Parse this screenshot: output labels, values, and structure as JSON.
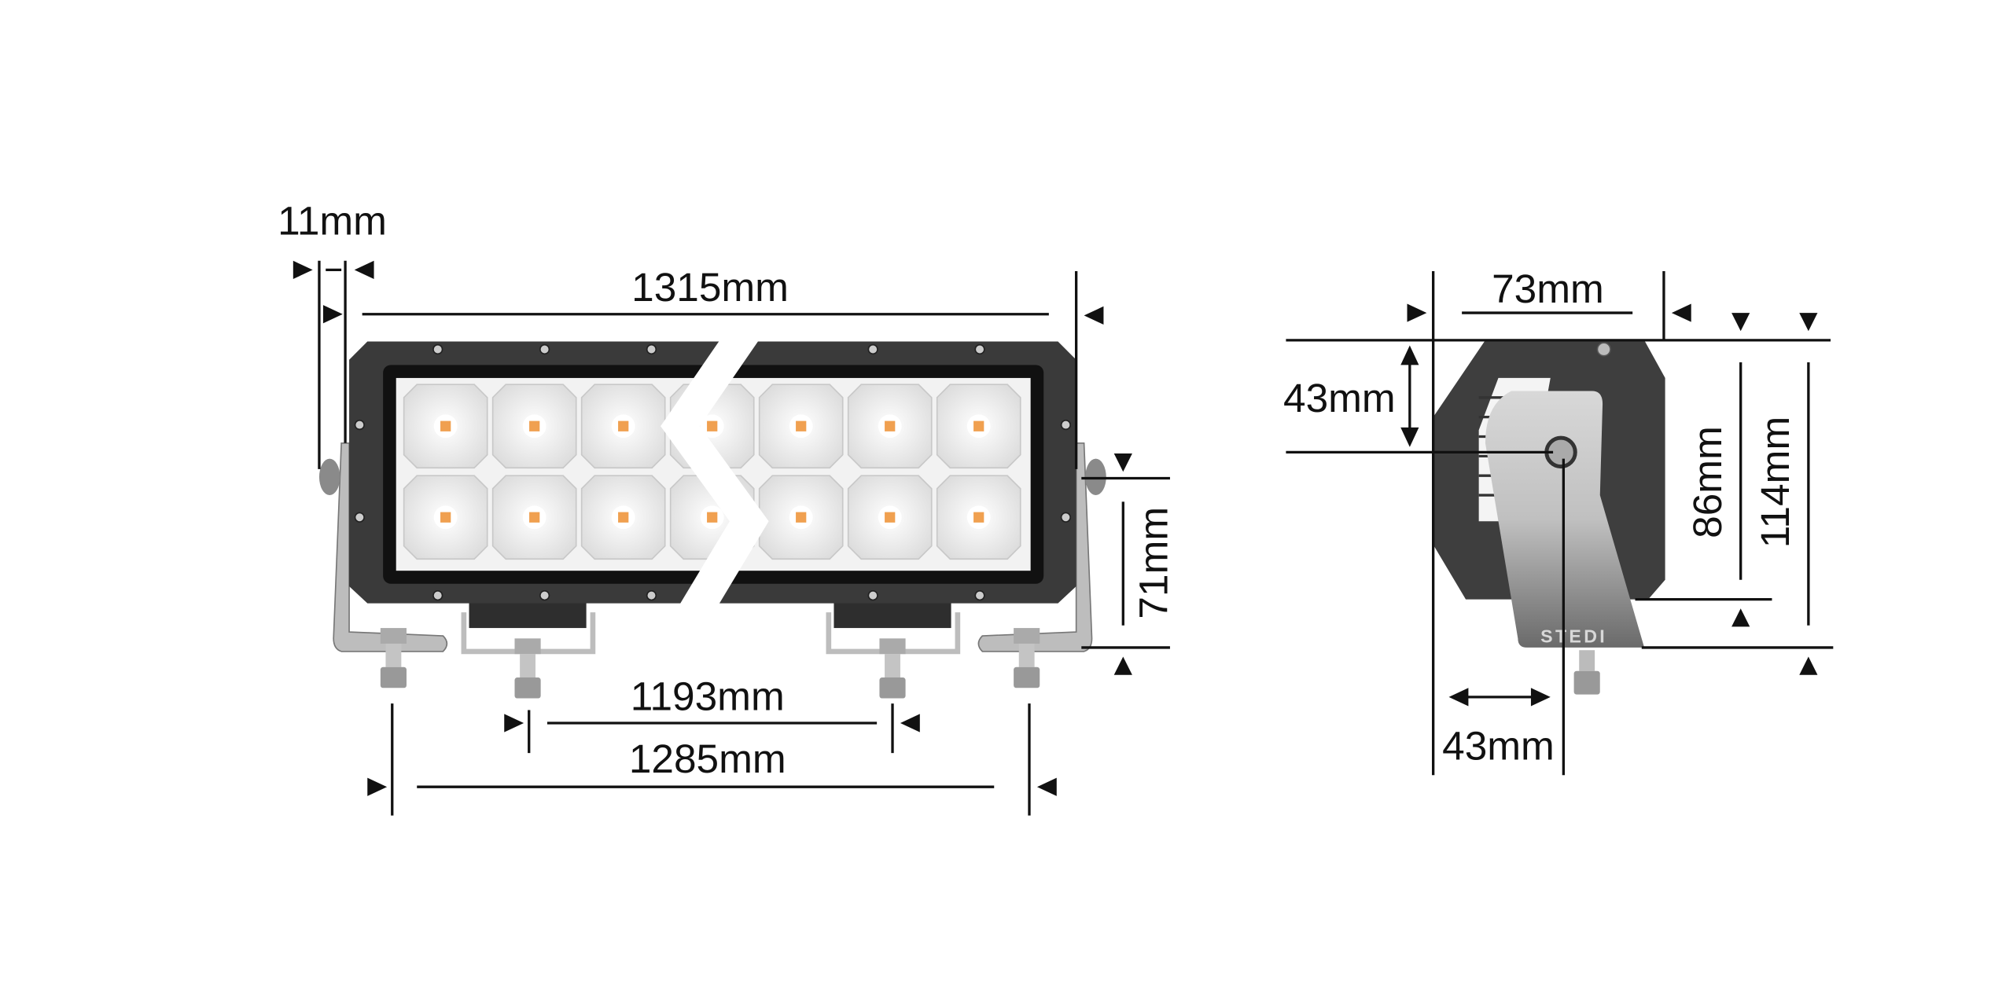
{
  "front_view": {
    "dimensions": {
      "mount_offset": "11mm",
      "overall_length": "1315mm",
      "inner_mount_spacing": "1193mm",
      "outer_mount_spacing": "1285mm",
      "mount_height": "71mm"
    },
    "led_rows": 2,
    "led_columns": 7
  },
  "side_view": {
    "dimensions": {
      "depth": "73mm",
      "pivot_height": "43mm",
      "body_height": "86mm",
      "overall_height": "114mm",
      "pivot_depth": "43mm"
    },
    "brand_logo": "STEDI"
  },
  "colors": {
    "housing": "#3a3a3a",
    "bracket": "#b8b8b8",
    "led": "#f0a050"
  }
}
